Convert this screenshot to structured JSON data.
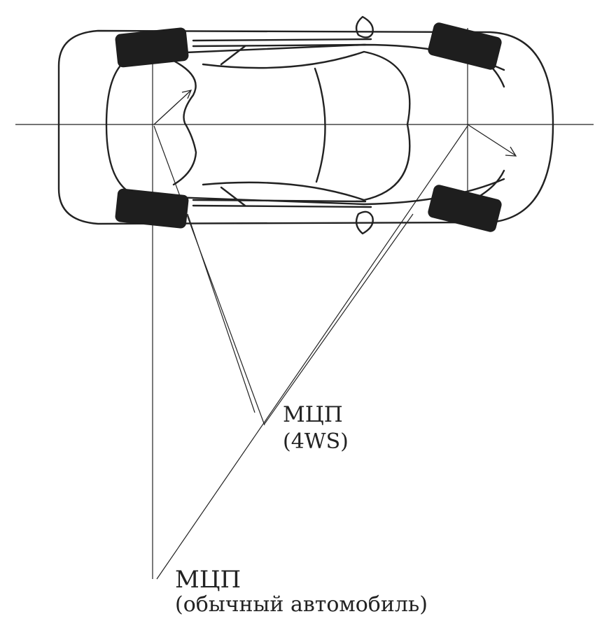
{
  "labels": {
    "icr_4ws_title": "МЦП",
    "icr_4ws_sub": "(4WS)",
    "icr_conventional_title": "МЦП",
    "icr_conventional_sub": "(обычный автомобиль)"
  },
  "colors": {
    "line": "#222222",
    "tire": "#1e1e1e",
    "background": "#ffffff"
  }
}
